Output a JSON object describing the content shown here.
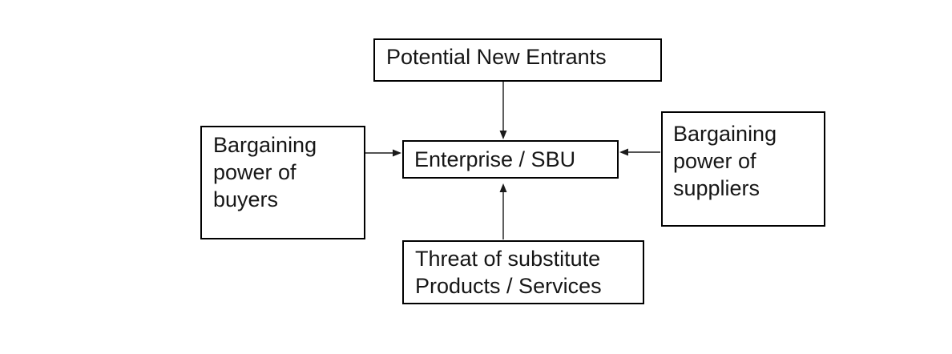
{
  "diagram": {
    "nodes": {
      "top": {
        "id": "potential-new-entrants",
        "label": "Potential New Entrants"
      },
      "left": {
        "id": "bargaining-power-buyers",
        "label": "Bargaining power of buyers"
      },
      "center": {
        "id": "enterprise-sbu",
        "label": "Enterprise / SBU"
      },
      "right": {
        "id": "bargaining-power-suppliers",
        "label": "Bargaining power of suppliers"
      },
      "bottom": {
        "id": "threat-of-substitutes",
        "label": "Threat of substitute Products / Services"
      }
    },
    "edges": [
      {
        "from": "potential-new-entrants",
        "to": "enterprise-sbu"
      },
      {
        "from": "bargaining-power-buyers",
        "to": "enterprise-sbu"
      },
      {
        "from": "bargaining-power-suppliers",
        "to": "enterprise-sbu"
      },
      {
        "from": "threat-of-substitutes",
        "to": "enterprise-sbu"
      }
    ],
    "colors": {
      "background": "#ffffff",
      "box_border": "#000000",
      "text": "#161616",
      "arrow": "#1a1a1a"
    }
  }
}
